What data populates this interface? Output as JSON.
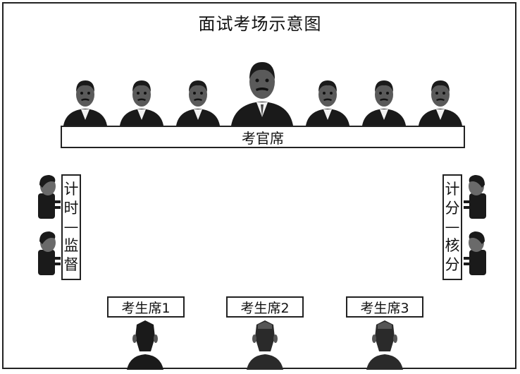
{
  "title": "面试考场示意图",
  "examiner_desk_label": "考官席",
  "left_panel": {
    "chars": [
      "计",
      "时",
      "—",
      "监",
      "督"
    ]
  },
  "right_panel": {
    "chars": [
      "计",
      "分",
      "—",
      "核",
      "分"
    ]
  },
  "candidate_seats": [
    {
      "label": "考生席1"
    },
    {
      "label": "考生席2"
    },
    {
      "label": "考生席3"
    }
  ],
  "colors": {
    "skin": "#5a5a5a",
    "suit": "#1a1a1a",
    "shirt": "#f2f2f2",
    "outline": "#222222"
  },
  "icons": {
    "examiner": "examiner-person-icon",
    "staff": "staff-person-icon",
    "candidate": "candidate-back-icon"
  }
}
